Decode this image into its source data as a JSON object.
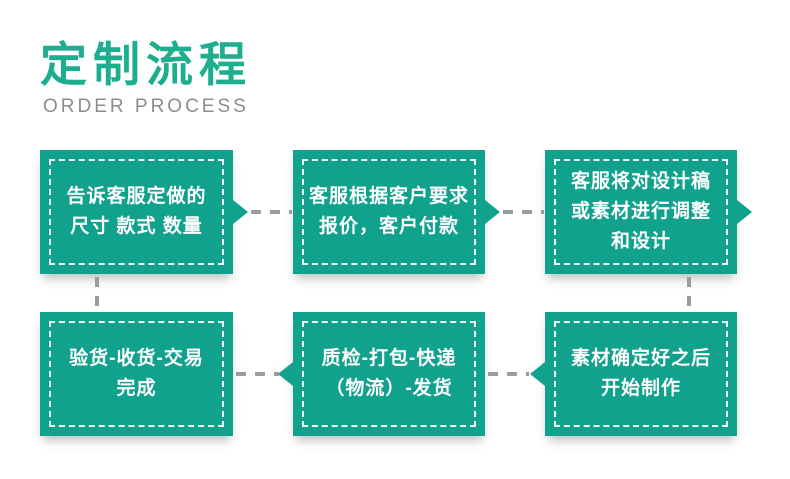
{
  "header": {
    "title": "定制流程",
    "subtitle": "ORDER PROCESS"
  },
  "colors": {
    "box_green": "#10a28c",
    "title_green": "#1dae8f",
    "subtitle_gray": "#8c8c8c",
    "connector_gray": "#9c9c9c",
    "box_text": "#ffffff"
  },
  "flow": {
    "boxes": [
      {
        "name": "requirements",
        "lines": [
          "告诉客服定做的",
          "尺寸 款式 数量"
        ]
      },
      {
        "name": "quote-payment",
        "lines": [
          "客服根据客户要求",
          "报价，客户付款"
        ]
      },
      {
        "name": "design-adjust",
        "lines": [
          "客服将对设计稿",
          "或素材进行调整",
          "和设计"
        ]
      },
      {
        "name": "inspection-complete",
        "lines": [
          "验货-收货-交易",
          "完成"
        ]
      },
      {
        "name": "qc-pack-ship",
        "lines": [
          "质检-打包-快递",
          "（物流）-发货"
        ]
      },
      {
        "name": "confirm-produce",
        "lines": [
          "素材确定好之后",
          "开始制作"
        ]
      }
    ]
  }
}
